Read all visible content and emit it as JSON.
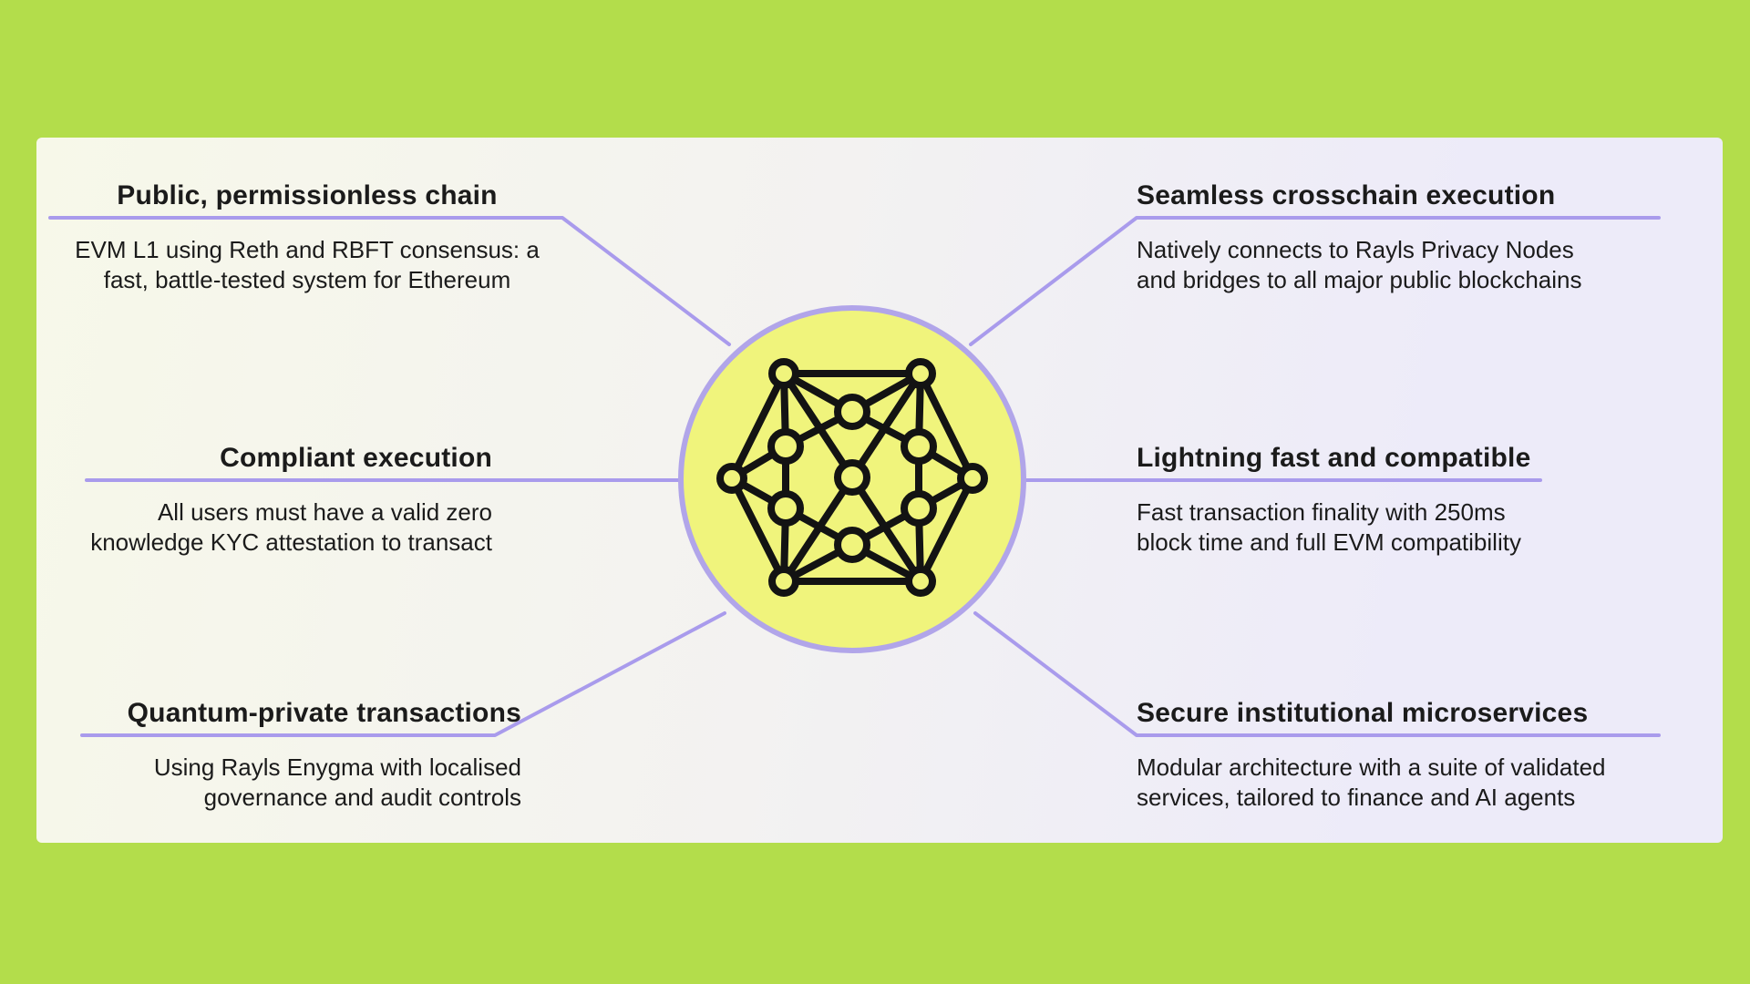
{
  "page": {
    "frame_color": "#b3dd4b"
  },
  "card": {
    "background_left": "#f7f8e9",
    "background_right": "#edebf9"
  },
  "colors": {
    "connector_purple": "#a99bec",
    "circle_ring": "#b1a5e9",
    "circle_fill": "#f0f47c",
    "icon_stroke": "#131313",
    "text": "#1b1b1b"
  },
  "center": {
    "icon": "network-mesh-icon"
  },
  "features": [
    {
      "key": "public-permissionless-chain",
      "title": "Public, permissionless chain",
      "desc_lines": [
        "EVM L1 using Reth and RBFT consensus: a",
        "fast, battle-tested system for Ethereum"
      ]
    },
    {
      "key": "compliant-execution",
      "title": "Compliant execution",
      "desc_lines": [
        "All users must have a valid zero",
        "knowledge KYC attestation to transact"
      ]
    },
    {
      "key": "quantum-private-transactions",
      "title": "Quantum-private transactions",
      "desc_lines": [
        "Using Rayls Enygma with localised",
        "governance and audit controls"
      ]
    },
    {
      "key": "seamless-crosschain-execution",
      "title": "Seamless crosschain execution",
      "desc_lines": [
        "Natively connects to Rayls Privacy Nodes",
        "and bridges to all major public blockchains"
      ]
    },
    {
      "key": "lightning-fast-and-compatible",
      "title": "Lightning fast and compatible",
      "desc_lines": [
        "Fast transaction finality with 250ms",
        "block time and full EVM compatibility"
      ]
    },
    {
      "key": "secure-institutional-microservices",
      "title": "Secure institutional microservices",
      "desc_lines": [
        "Modular architecture with a suite of validated",
        "services, tailored to finance and AI agents"
      ]
    }
  ]
}
